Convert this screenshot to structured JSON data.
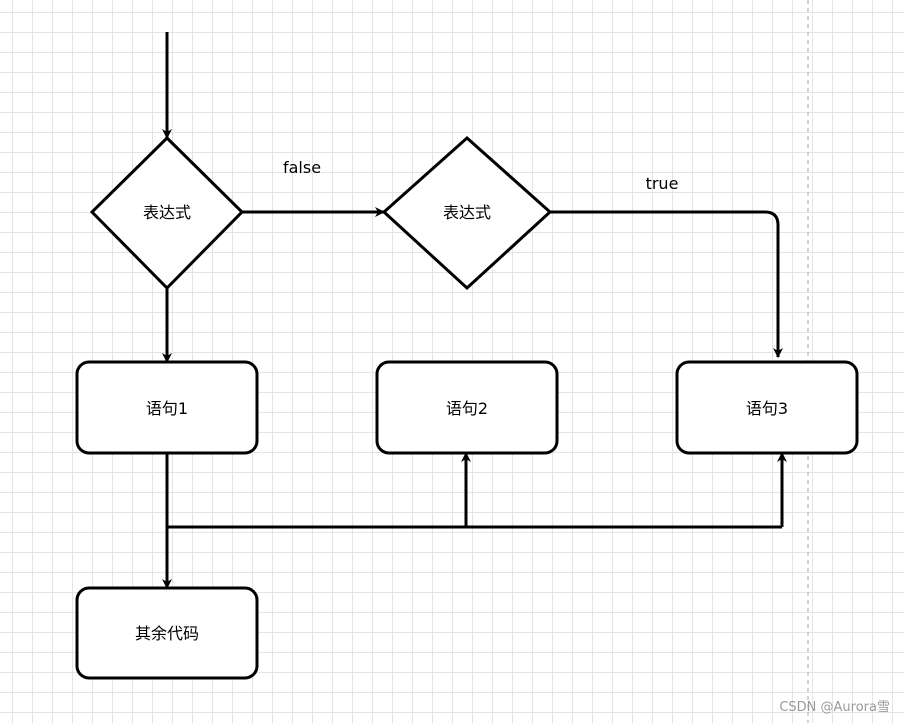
{
  "nodes": {
    "decision_1": {
      "label": "表达式"
    },
    "decision_2": {
      "label": "表达式"
    },
    "statement_1": {
      "label": "语句1"
    },
    "statement_2": {
      "label": "语句2"
    },
    "statement_3": {
      "label": "语句3"
    },
    "rest_code": {
      "label": "其余代码"
    }
  },
  "edges": {
    "false_label": "false",
    "true_label": "true"
  },
  "watermark": "CSDN @Aurora雪"
}
